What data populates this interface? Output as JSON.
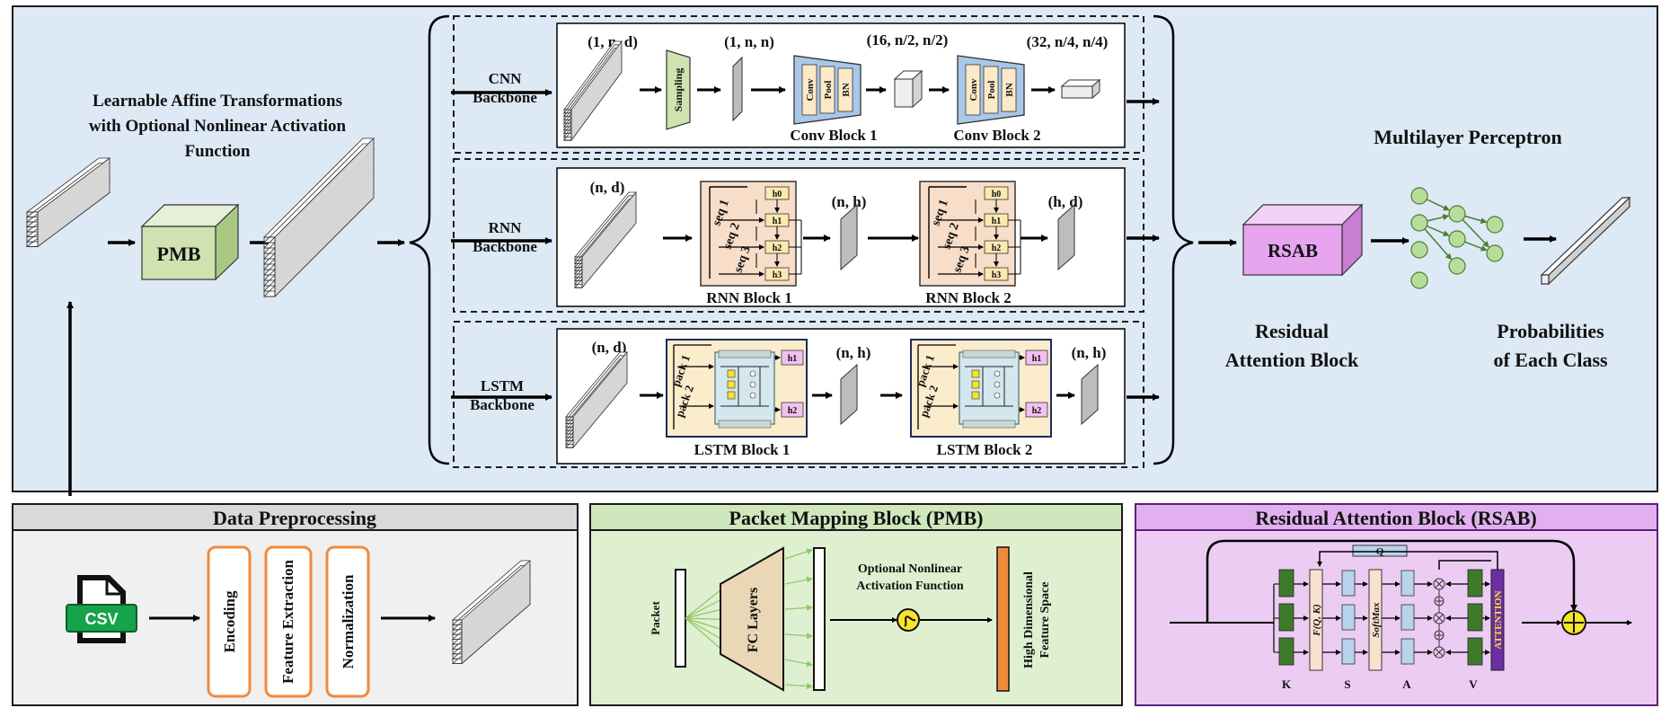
{
  "affine": {
    "title_lines": [
      "Learnable Affine Transformations",
      "with Optional Nonlinear Activation",
      "Function"
    ],
    "pmb_label": "PMB"
  },
  "cnn": {
    "backbone_lines": [
      "CNN",
      "Backbone"
    ],
    "shapes": [
      "(1, n, d)",
      "(1, n, n)",
      "(16, n/2, n/2)",
      "(32, n/4, n/4)"
    ],
    "sampling": "Sampling",
    "layers": [
      "Conv",
      "Pool",
      "BN"
    ],
    "block1": "Conv Block 1",
    "block2": "Conv Block 2"
  },
  "rnn": {
    "backbone_lines": [
      "RNN",
      "Backbone"
    ],
    "shapes": [
      "(n, d)",
      "(n, h)",
      "(h, d)"
    ],
    "seqs": [
      "seq 1",
      "seq 2",
      "seq 3"
    ],
    "hidden": [
      "h0",
      "h1",
      "h2",
      "h3"
    ],
    "block1": "RNN Block 1",
    "block2": "RNN Block 2"
  },
  "lstm": {
    "backbone_lines": [
      "LSTM",
      "Backbone"
    ],
    "shapes": [
      "(n, d)",
      "(n, h)",
      "(n, h)"
    ],
    "packs": [
      "pack 1",
      "pack 2"
    ],
    "hidden": [
      "h1",
      "h2"
    ],
    "block1": "LSTM Block 1",
    "block2": "LSTM Block 2"
  },
  "mlp": {
    "title": "Multilayer Perceptron",
    "rsab_label": "RSAB",
    "rsab_caption_lines": [
      "Residual",
      "Attention Block"
    ],
    "prob_caption_lines": [
      "Probabilities",
      "of Each Class"
    ]
  },
  "preprocessing": {
    "title": "Data Preprocessing",
    "csv": "CSV",
    "steps": [
      "Encoding",
      "Feature Extraction",
      "Normalization"
    ]
  },
  "pmb_panel": {
    "title": "Packet Mapping Block (PMB)",
    "packet": "Packet",
    "fc": "FC Layers",
    "activation_lines": [
      "Optional Nonlinear",
      "Activation Function"
    ],
    "feature_lines": [
      "High Dimensional",
      "Feature Space"
    ]
  },
  "rsab_panel": {
    "title": "Residual Attention Block (RSAB)",
    "q": "Q",
    "fqk": "F(Q, K)",
    "softmax": "SoftMax",
    "attention": "ATTENTION",
    "col_labels": [
      "K",
      "S",
      "A",
      "V"
    ]
  },
  "colors": {
    "top_bg": "#dde9f5",
    "pmb_green": "#cfe2b0",
    "conv_blue": "#a9c7e8",
    "rnn_peach": "#f8ddc8",
    "lstm_cream": "#fbeccc",
    "rsab_pink": "#e7a4ef",
    "orange": "#f08a3c",
    "panel_gray": "#f0f0f0",
    "panel_green": "#dff0d0",
    "panel_purple": "#ecccf3",
    "dark_green": "#4a7d33"
  }
}
